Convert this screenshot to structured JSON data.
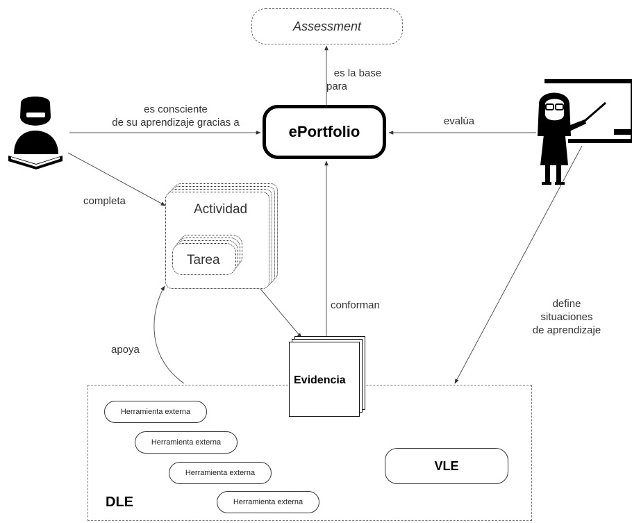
{
  "nodes": {
    "assessment": "Assessment",
    "eportfolio": "ePortfolio",
    "actividad": "Actividad",
    "tarea": "Tarea",
    "evidencia": "Evidencia",
    "vle": "VLE",
    "dle": "DLE",
    "tools": [
      "Herramienta externa",
      "Herramienta externa",
      "Herramienta externa",
      "Herramienta externa"
    ]
  },
  "edges": {
    "es_la_base": [
      "es la base",
      "para"
    ],
    "consciente": [
      "es consciente",
      "de su aprendizaje gracias a"
    ],
    "evalua": "evalúa",
    "completa": "completa",
    "conforman": "conforman",
    "apoya": "apoya",
    "define": [
      "define",
      "situaciones",
      "de aprendizaje"
    ]
  },
  "icons": {
    "student": "student-reading-icon",
    "teacher": "teacher-pointing-board-icon"
  }
}
